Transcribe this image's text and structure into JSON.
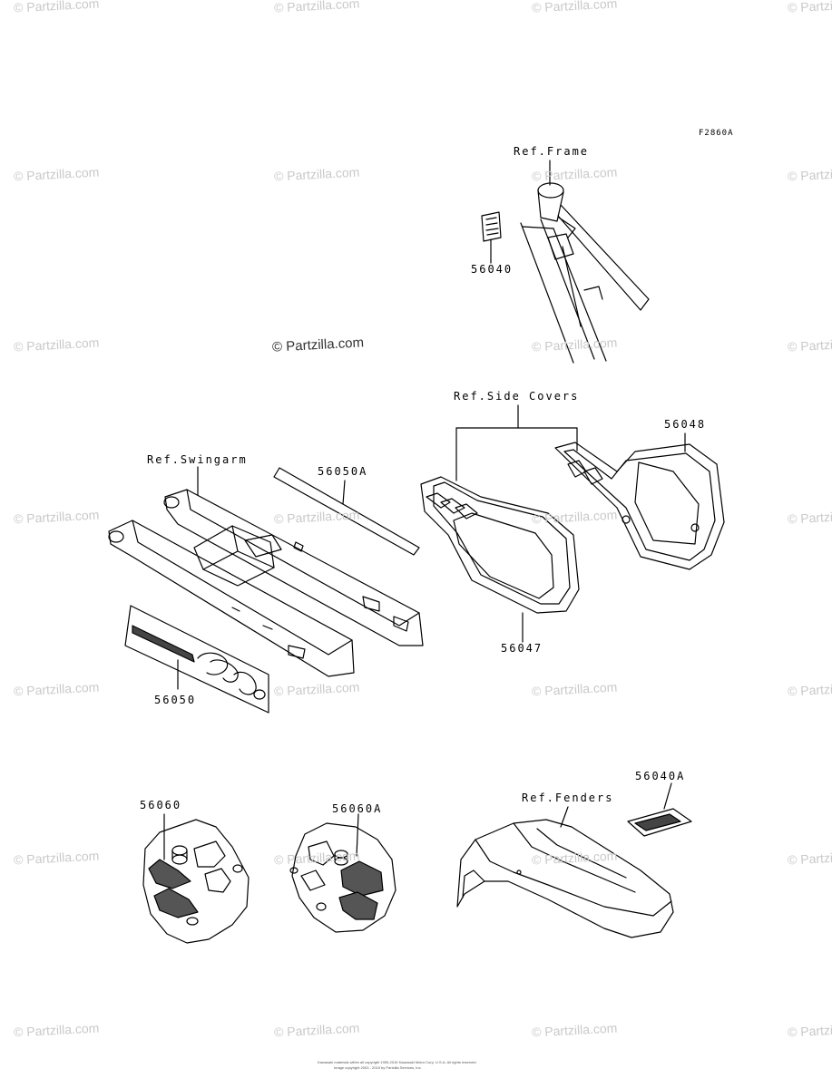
{
  "figure_code": "F2860A",
  "watermark": "© Partzilla.com",
  "watermark_main": "© Partzilla.com",
  "callouts": {
    "ref_frame": "Ref.Frame",
    "ref_side_covers": "Ref.Side Covers",
    "ref_swingarm": "Ref.Swingarm",
    "ref_fenders": "Ref.Fenders",
    "p56040": "56040",
    "p56048": "56048",
    "p56050a": "56050A",
    "p56047": "56047",
    "p56050": "56050",
    "p56040a": "56040A",
    "p56060": "56060",
    "p56060a": "56060A"
  },
  "footer": {
    "line1": "Kawasaki materials within all copyright 1995-2015 Kawasaki Motor Corp. U.S.A. All rights reserved.",
    "line2": "Image copyright 2003 - 2015 by Partzilla Services, Inc."
  }
}
